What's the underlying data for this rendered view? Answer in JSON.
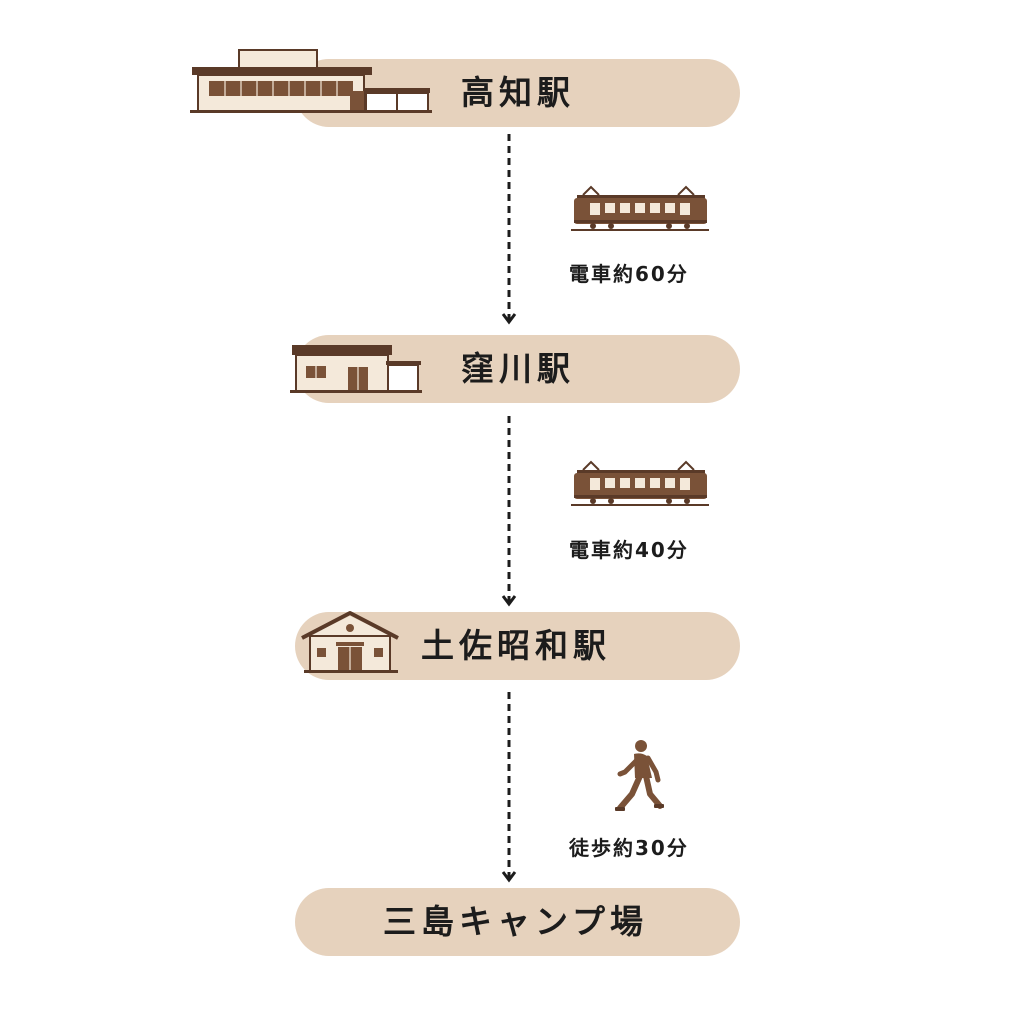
{
  "stations": [
    {
      "name": "高知駅",
      "icon": "large-station-building-icon"
    },
    {
      "name": "窪川駅",
      "icon": "small-station-building-icon"
    },
    {
      "name": "土佐昭和駅",
      "icon": "gabled-station-building-icon"
    },
    {
      "name": "三島キャンプ場"
    }
  ],
  "legs": [
    {
      "label": "電車約60分",
      "icon": "train-icon"
    },
    {
      "label": "電車約40分",
      "icon": "train-icon"
    },
    {
      "label": "徒歩約30分",
      "icon": "walking-person-icon"
    }
  ],
  "colors": {
    "pill": "#e6d2bd",
    "brown_dark": "#5a3a28",
    "brown_mid": "#7a5238",
    "cream": "#f4e9da",
    "text": "#1c1c1c"
  }
}
